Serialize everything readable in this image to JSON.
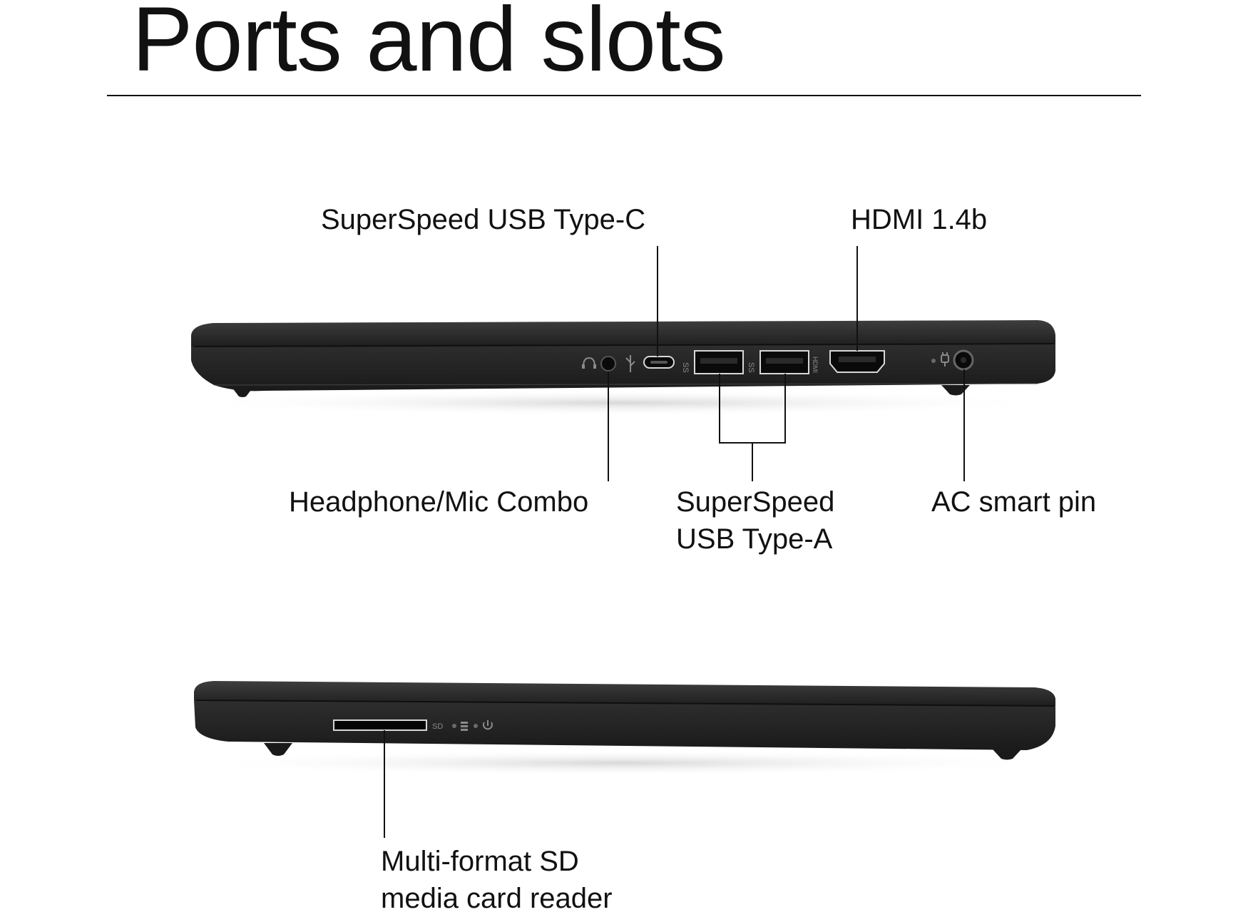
{
  "page": {
    "title": "Ports and slots"
  },
  "side_view": {
    "labels": {
      "usb_c": "SuperSpeed USB Type-C",
      "hdmi": "HDMI 1.4b",
      "audio": "Headphone/Mic Combo",
      "usb_a_line1": "SuperSpeed",
      "usb_a_line2": "USB Type-A",
      "ac_pin": "AC smart pin"
    },
    "port_markings": {
      "usb_a_1": "SS",
      "usb_a_2": "SS",
      "hdmi": "HDMI"
    }
  },
  "front_view": {
    "labels": {
      "sd_line1": "Multi-format SD",
      "sd_line2": "media card reader"
    },
    "port_markings": {
      "sd": "SD"
    }
  },
  "colors": {
    "laptop_body": "#262626",
    "laptop_edge": "#3a3a3a",
    "port_fill": "#0c0c0c",
    "port_outline": "#d8d8d8",
    "callout_line": "#111111",
    "text": "#111111"
  }
}
